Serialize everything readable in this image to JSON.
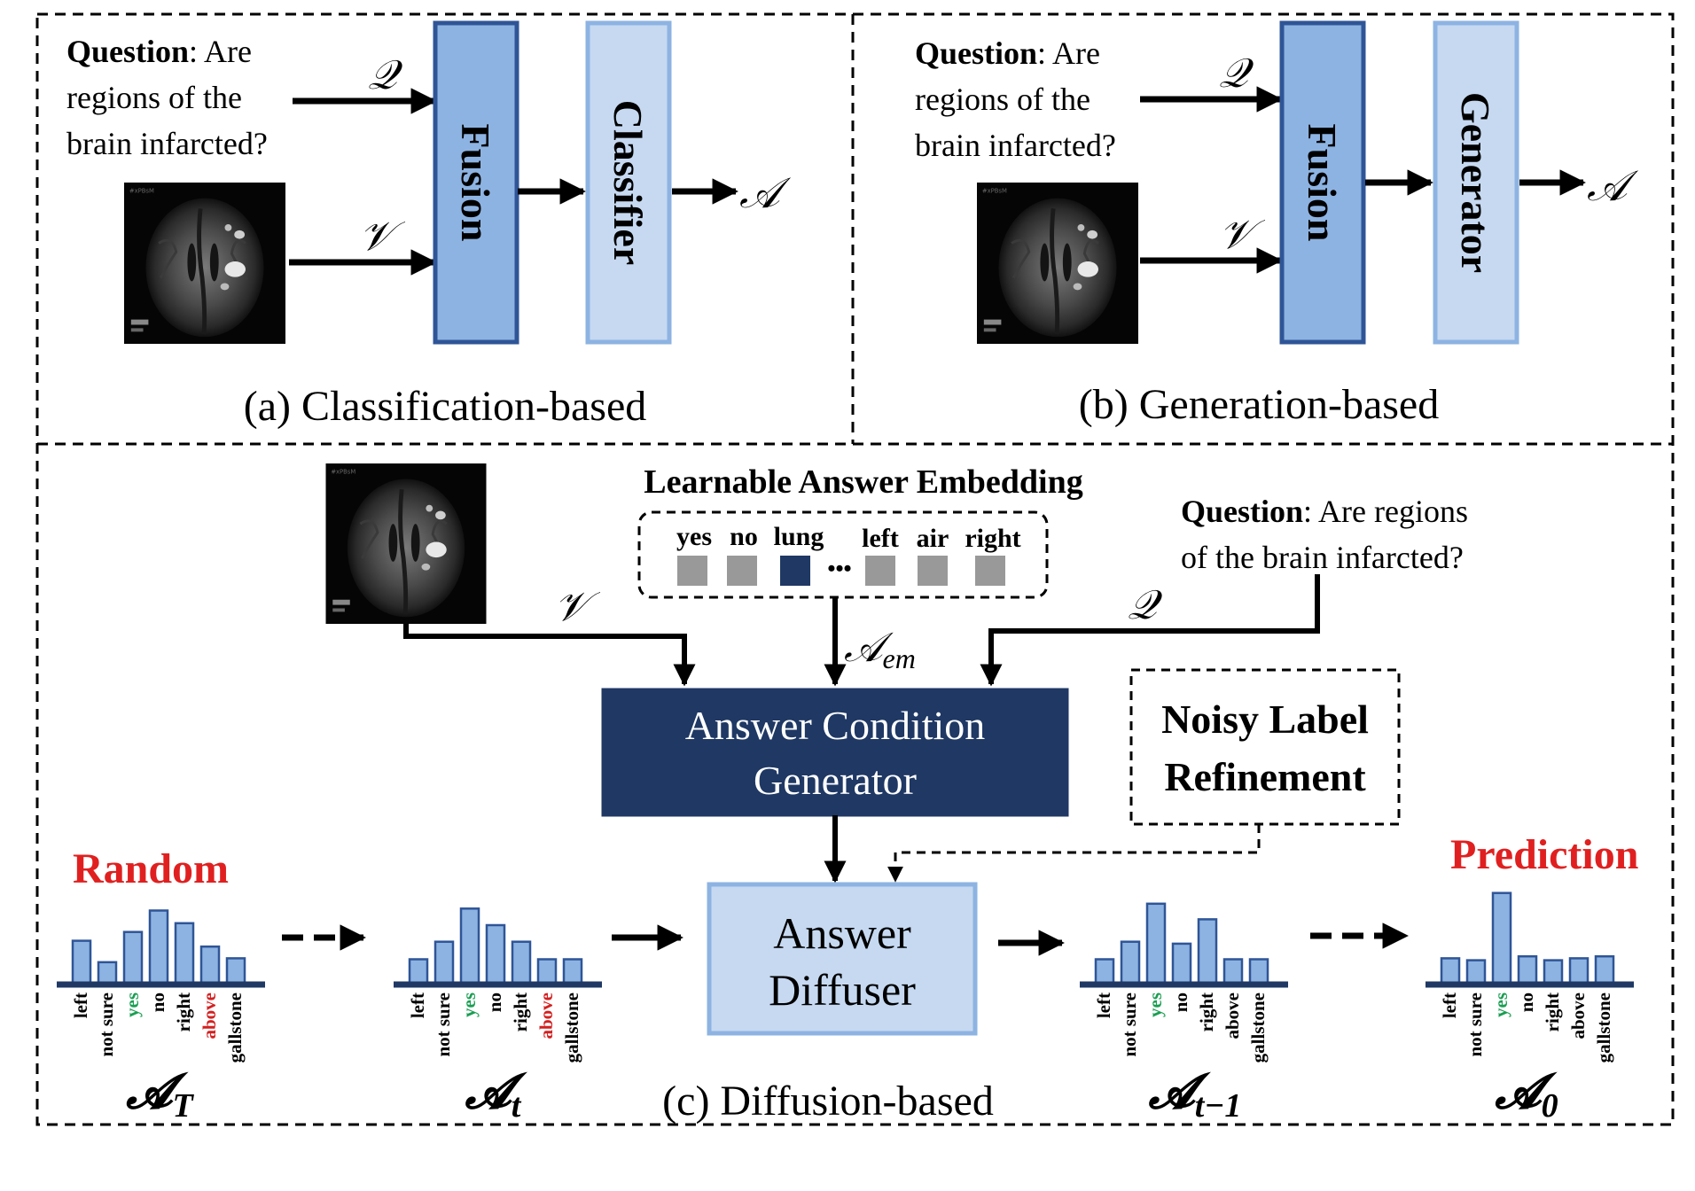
{
  "panel_a": {
    "question_bold": "Question",
    "question_lines": [
      ": Are",
      "regions of the",
      "brain infarcted?"
    ],
    "q_symbol": "𝒬",
    "v_symbol": "𝒱",
    "fusion_label": "Fusion",
    "classifier_label": "Classifier",
    "answer_symbol": "𝒜",
    "caption": "(a) Classification-based"
  },
  "panel_b": {
    "question_bold": "Question",
    "question_lines": [
      ": Are",
      "regions of the",
      "brain infarcted?"
    ],
    "q_symbol": "𝒬",
    "v_symbol": "𝒱",
    "fusion_label": "Fusion",
    "generator_label": "Generator",
    "answer_symbol": "𝒜",
    "caption": "(b) Generation-based"
  },
  "panel_c": {
    "embedding_title": "Learnable Answer Embedding",
    "embedding_tokens": [
      "yes",
      "no",
      "lung",
      "left",
      "air",
      "right"
    ],
    "embedding_ellipsis": "•••",
    "question_bold": "Question",
    "question_lines": [
      ": Are regions",
      "of the brain infarcted?"
    ],
    "v_symbol": "𝒱",
    "q_symbol": "𝒬",
    "a_em_main": "𝒜",
    "a_em_sub": "em",
    "condition_generator": [
      "Answer Condition",
      "Generator"
    ],
    "noisy_label": [
      "Noisy Label",
      "Refinement"
    ],
    "diffuser": [
      "Answer",
      "Diffuser"
    ],
    "random_label": "Random",
    "prediction_label": "Prediction",
    "caption": "(c) Diffusion-based",
    "dist_labels": [
      {
        "main": "𝓐",
        "sub": "T"
      },
      {
        "main": "𝓐",
        "sub": "t"
      },
      {
        "main": "𝓐",
        "sub": "t−1"
      },
      {
        "main": "𝓐",
        "sub": "0"
      }
    ]
  },
  "chart_data": [
    {
      "type": "bar",
      "name": "A_T",
      "categories": [
        "left",
        "not sure",
        "yes",
        "no",
        "right",
        "above",
        "gallstone"
      ],
      "values": [
        0.44,
        0.22,
        0.53,
        0.75,
        0.62,
        0.38,
        0.26
      ],
      "category_colors": {
        "yes": "#1a9e52",
        "above": "#d42020"
      }
    },
    {
      "type": "bar",
      "name": "A_t",
      "categories": [
        "left",
        "not sure",
        "yes",
        "no",
        "right",
        "above",
        "gallstone"
      ],
      "values": [
        0.25,
        0.43,
        0.77,
        0.6,
        0.43,
        0.25,
        0.25
      ],
      "category_colors": {
        "yes": "#1a9e52",
        "above": "#d42020"
      }
    },
    {
      "type": "bar",
      "name": "A_t-1",
      "categories": [
        "left",
        "not sure",
        "yes",
        "no",
        "right",
        "above",
        "gallstone"
      ],
      "values": [
        0.25,
        0.43,
        0.82,
        0.41,
        0.66,
        0.25,
        0.25
      ],
      "category_colors": {
        "yes": "#1a9e52"
      }
    },
    {
      "type": "bar",
      "name": "A_0",
      "categories": [
        "left",
        "not sure",
        "yes",
        "no",
        "right",
        "above",
        "gallstone"
      ],
      "values": [
        0.26,
        0.24,
        0.93,
        0.28,
        0.24,
        0.26,
        0.28
      ],
      "category_colors": {
        "yes": "#1a9e52"
      }
    }
  ],
  "colors": {
    "fusion_fill": "#8db3e2",
    "fusion_stroke": "#2f5597",
    "light_box_fill": "#c6d9f1",
    "light_box_stroke": "#8db3e2",
    "dark_box_fill": "#1f3864",
    "bar_fill": "#8db3e2",
    "bar_stroke": "#2f5597",
    "baseline": "#1f3864",
    "red": "#e02020",
    "green": "#1a9e52",
    "token_grey": "#999999",
    "token_dark": "#1f3864"
  }
}
